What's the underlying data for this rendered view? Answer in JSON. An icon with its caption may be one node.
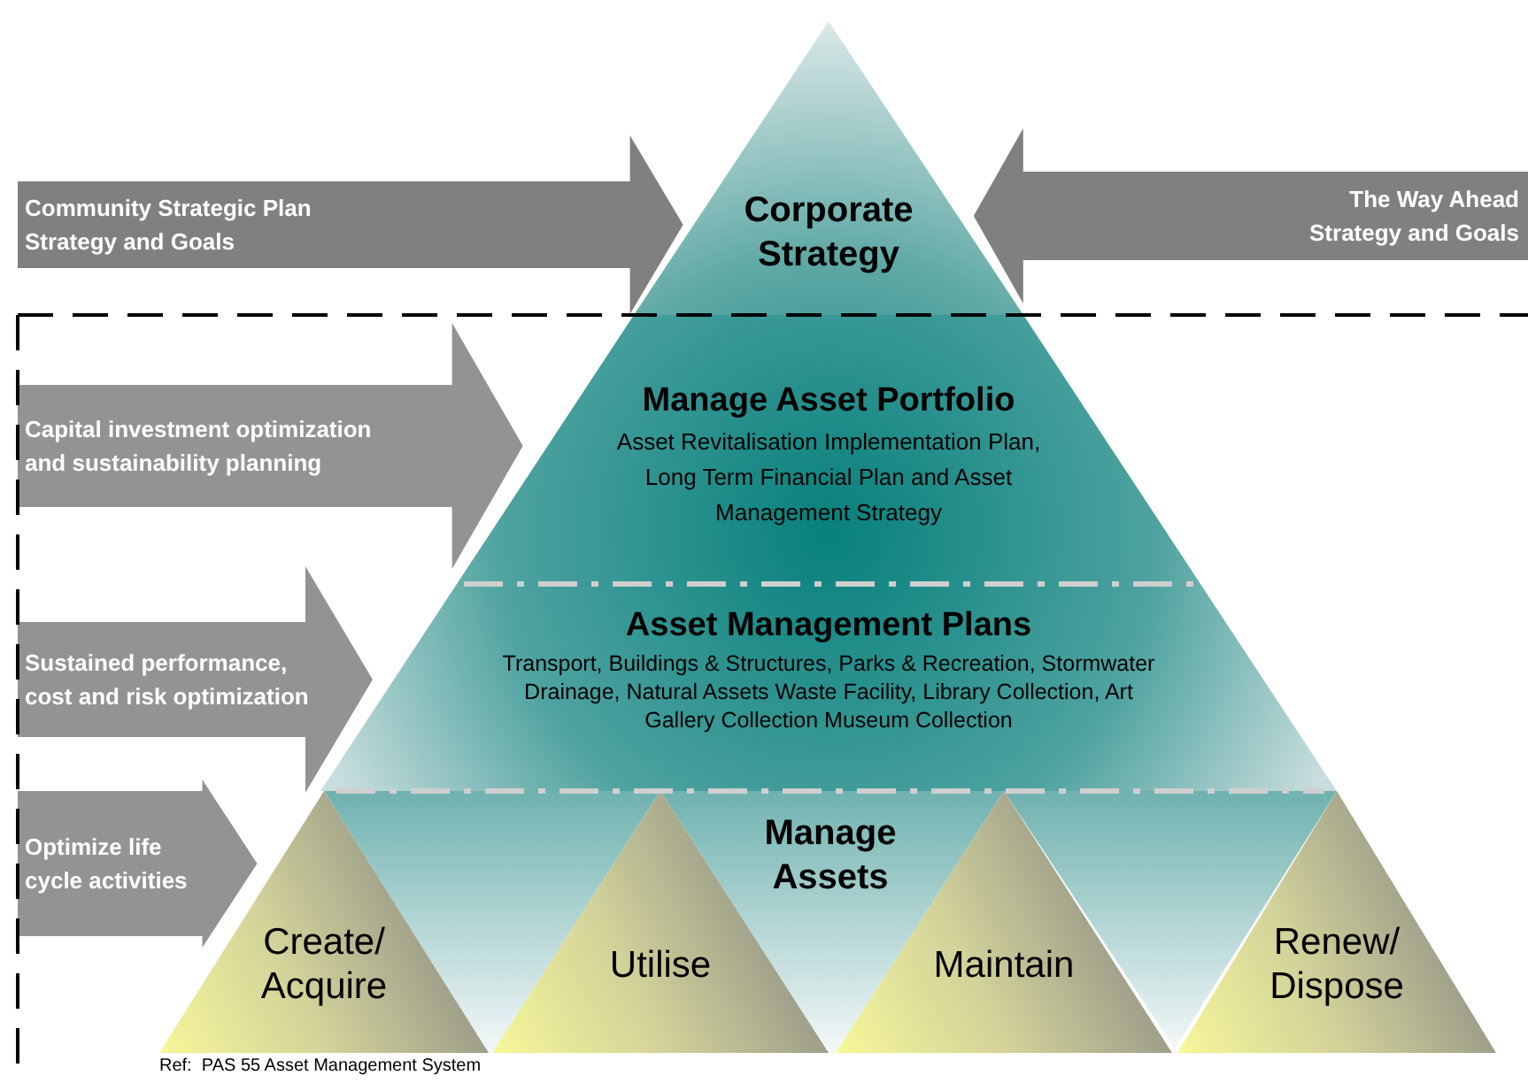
{
  "diagram": {
    "nodes": [
      {
        "text": [
          "Corporate Strategy"
        ]
      },
      {
        "text": [
          "Manage Asset Portfolio",
          "Asset Revitalisation Implementation Plan, Long Term Financial Plan and Asset Management Strategy"
        ]
      },
      {
        "text": [
          "Asset Management Plans",
          "Transport, Buildings & Structures, Parks & Recreation, Stormwater Drainage, Natural Assets Waste Facility, Library Collection, Art Gallery Collection Museum Collection"
        ]
      },
      {
        "text": [
          "Manage Assets"
        ]
      },
      {
        "text": [
          "Create/ Acquire"
        ]
      },
      {
        "text": [
          "Utilise"
        ]
      },
      {
        "text": [
          "Maintain"
        ]
      },
      {
        "text": [
          "Renew/ Dispose"
        ]
      }
    ],
    "edges": [
      {
        "from": null,
        "to": 0,
        "arrow": "to",
        "label": "Community Strategic Plan Strategy and Goals",
        "color": "#808080"
      },
      {
        "from": null,
        "to": 0,
        "arrow": "to",
        "label": "The Way Ahead Strategy and Goals",
        "color": "#808080"
      },
      {
        "from": null,
        "to": 1,
        "arrow": "to",
        "label": "Capital investment optimization and sustainability planning"
      },
      {
        "from": null,
        "to": 2,
        "arrow": "to",
        "label": "Sustained performance, cost and risk optimization"
      },
      {
        "from": null,
        "to": 4,
        "arrow": "to",
        "label": "Optimize life cycle activities"
      }
    ],
    "labels": [
      "Ref:  PAS 55 Asset Management System"
    ]
  }
}
